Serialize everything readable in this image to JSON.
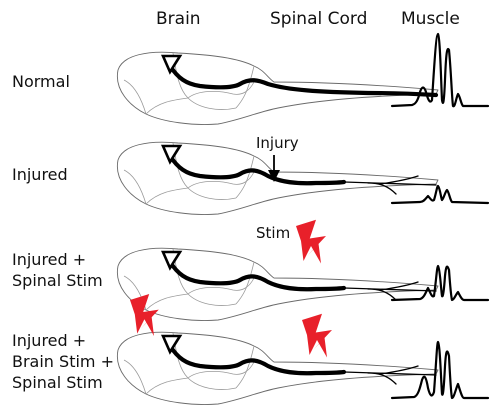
{
  "headers": {
    "brain": "Brain",
    "spinal_cord": "Spinal Cord",
    "muscle": "Muscle"
  },
  "conditions": [
    {
      "lines": [
        "Normal"
      ],
      "injured": false,
      "brain_stim": false,
      "spinal_stim": false
    },
    {
      "lines": [
        "Injured"
      ],
      "injured": true,
      "brain_stim": false,
      "spinal_stim": false
    },
    {
      "lines": [
        "Injured +",
        "Spinal Stim"
      ],
      "injured": true,
      "brain_stim": false,
      "spinal_stim": true
    },
    {
      "lines": [
        "Injured +",
        "Brain Stim +",
        "Spinal Stim"
      ],
      "injured": true,
      "brain_stim": true,
      "spinal_stim": true
    }
  ],
  "annotations": {
    "injury": "Injury",
    "stim": "Stim"
  },
  "emg_relative_amplitude": [
    1.0,
    0.22,
    0.58,
    0.92
  ],
  "colors": {
    "stim_bolt": "#e8202a",
    "tract": "#000000",
    "outline": "#6a6a6a"
  },
  "icons": {
    "stim": "lightning-bolt-icon",
    "neuron": "triangle-neuron-icon",
    "injury_marker": "down-arrow-icon"
  }
}
